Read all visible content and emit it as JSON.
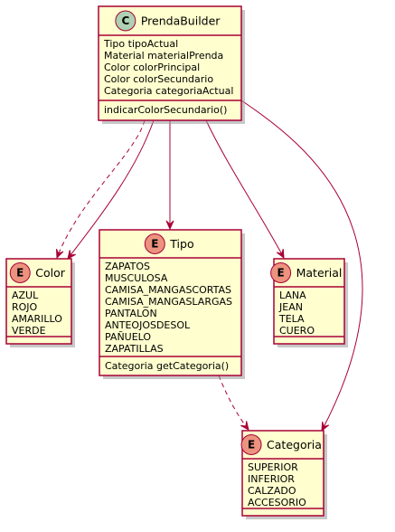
{
  "classes": {
    "builder": {
      "stereotype": "C",
      "name": "PrendaBuilder",
      "attributes": [
        "Tipo tipoActual",
        "Material materialPrenda",
        "Color colorPrincipal",
        "Color colorSecundario",
        "Categoria categoriaActual"
      ],
      "methods": [
        "indicarColorSecundario()"
      ]
    },
    "color": {
      "stereotype": "E",
      "name": "Color",
      "attributes": [
        "AZUL",
        "ROJO",
        "AMARILLO",
        "VERDE"
      ],
      "methods": []
    },
    "tipo": {
      "stereotype": "E",
      "name": "Tipo",
      "attributes": [
        "ZAPATOS",
        "MUSCULOSA",
        "CAMISA_MANGASCORTAS",
        "CAMISA_MANGASLARGAS",
        "PANTALON",
        "ANTEOJOSDESOL",
        "PAÑUELO",
        "ZAPATILLAS"
      ],
      "methods": [
        "Categoria getCategoria()"
      ]
    },
    "material": {
      "stereotype": "E",
      "name": "Material",
      "attributes": [
        "LANA",
        "JEAN",
        "TELA",
        "CUERO"
      ],
      "methods": []
    },
    "categoria": {
      "stereotype": "E",
      "name": "Categoria",
      "attributes": [
        "SUPERIOR",
        "INFERIOR",
        "CALZADO",
        "ACCESORIO"
      ],
      "methods": []
    }
  },
  "relations": [
    {
      "from": "builder",
      "to": "color",
      "style": "dashed"
    },
    {
      "from": "builder",
      "to": "color",
      "style": "solid"
    },
    {
      "from": "builder",
      "to": "tipo",
      "style": "solid"
    },
    {
      "from": "builder",
      "to": "material",
      "style": "solid"
    },
    {
      "from": "builder",
      "to": "categoria",
      "style": "solid"
    },
    {
      "from": "tipo",
      "to": "categoria",
      "style": "dashed"
    }
  ],
  "colors": {
    "box_fill": "#FEFECE",
    "border": "#A80036",
    "class_badge": "#ADD1B2",
    "enum_badge": "#EB937F"
  }
}
